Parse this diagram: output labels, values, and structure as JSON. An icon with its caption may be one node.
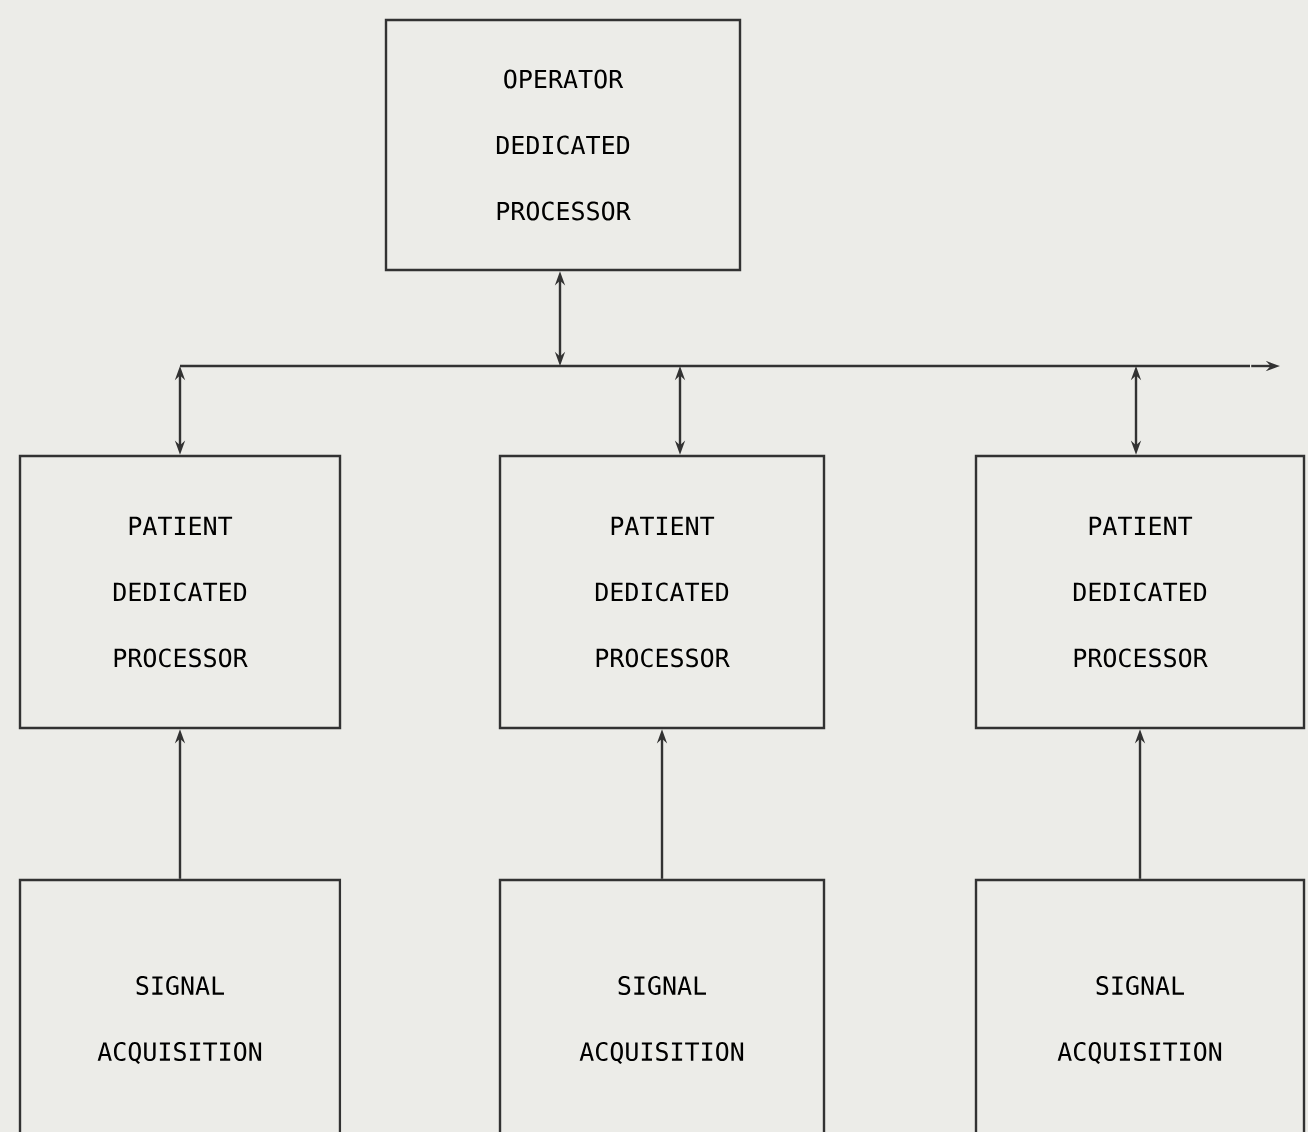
{
  "diagram": {
    "nodes": [
      {
        "text": [
          "OPERATOR DEDICATED PROCESSOR"
        ]
      },
      {
        "text": [],
        "shape": "bar"
      },
      {
        "text": [
          "PATIENT DEDICATED PROCESSOR"
        ]
      },
      {
        "text": [
          "PATIENT DEDICATED PROCESSOR"
        ]
      },
      {
        "text": [
          "PATIENT DEDICATED PROCESSOR"
        ]
      },
      {
        "text": [
          "SIGNAL ACQUISITION"
        ]
      },
      {
        "text": [
          "SIGNAL ACQUISITION"
        ]
      },
      {
        "text": [
          "SIGNAL ACQUISITION"
        ]
      }
    ],
    "edges": [
      {
        "from": 0,
        "to": 1,
        "arrow": "both"
      },
      {
        "from": 1,
        "to": 2,
        "arrow": "both"
      },
      {
        "from": 1,
        "to": 3,
        "arrow": "both"
      },
      {
        "from": 1,
        "to": 4,
        "arrow": "both"
      },
      {
        "from": 1,
        "to": null,
        "arrow": "to"
      },
      {
        "from": 5,
        "to": 2,
        "arrow": "to"
      },
      {
        "from": 6,
        "to": 3,
        "arrow": "to"
      },
      {
        "from": 7,
        "to": 4,
        "arrow": "to"
      }
    ]
  }
}
